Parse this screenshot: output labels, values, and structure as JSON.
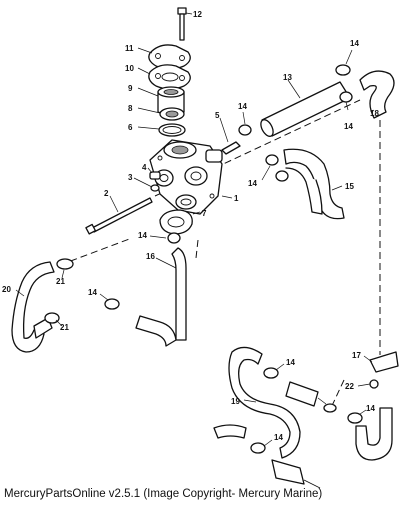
{
  "callouts": {
    "c1": "1",
    "c2": "2",
    "c3": "3",
    "c4": "4",
    "c5": "5",
    "c6": "6",
    "c7": "7",
    "c8": "8",
    "c9": "9",
    "c10": "10",
    "c11": "11",
    "c12": "12",
    "c13": "13",
    "c14": "14",
    "c15": "15",
    "c16": "16",
    "c17": "17",
    "c18": "18",
    "c19": "19",
    "c20": "20",
    "c21": "21",
    "c22": "22"
  },
  "caption": "MercuryPartsOnline v2.5.1 (Image Copyright- Mercury Marine)"
}
